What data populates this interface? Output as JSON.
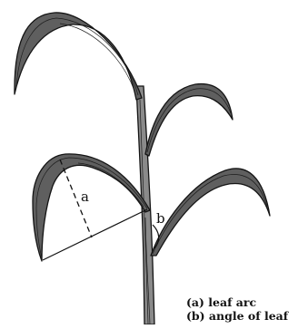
{
  "labels": {
    "arc_marker": "a",
    "angle_marker": "b"
  },
  "legend": [
    "(a) leaf arc",
    "(b) angle of leaf"
  ],
  "colors": {
    "leaf_fill": "#5f5f5f",
    "stem_fill": "#8a8a8a",
    "outline": "#141414",
    "background": "#ffffff"
  }
}
